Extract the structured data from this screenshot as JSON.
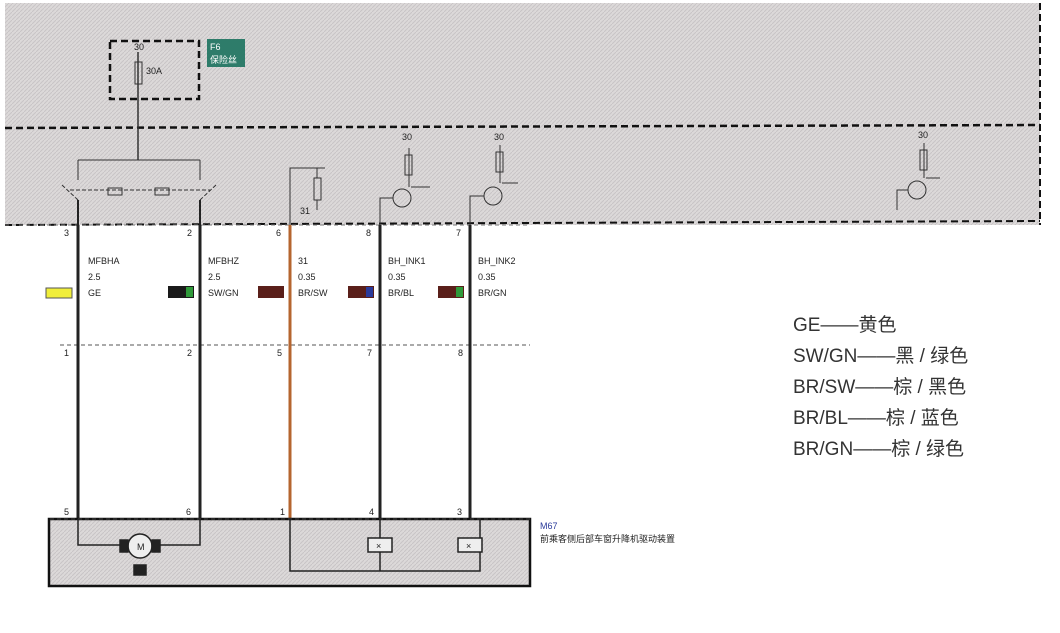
{
  "fuse": {
    "id": "F6",
    "name": "保险丝",
    "terminal": "30",
    "rating": "30A"
  },
  "switch_terminals": {
    "t31": "31",
    "t30a": "30",
    "t30b": "30",
    "t30c": "30"
  },
  "wires": [
    {
      "pin_top": "3",
      "name": "MFBHA",
      "size": "2.5",
      "color": "GE",
      "pin_mid": "1",
      "pin_bottom": "5",
      "swatch": [
        "#f0ee3a",
        "#f0ee3a"
      ]
    },
    {
      "pin_top": "2",
      "name": "MFBHZ",
      "size": "2.5",
      "color": "SW/GN",
      "pin_mid": "2",
      "pin_bottom": "6",
      "swatch": [
        "#1a1a1a",
        "#2f9a3a"
      ]
    },
    {
      "pin_top": "6",
      "name": "31",
      "size": "0.35",
      "color": "BR/SW",
      "pin_mid": "5",
      "pin_bottom": "1",
      "swatch": [
        "#5a1f1a",
        "#5a1f1a"
      ]
    },
    {
      "pin_top": "8",
      "name": "BH_INK1",
      "size": "0.35",
      "color": "BR/BL",
      "pin_mid": "7",
      "pin_bottom": "4",
      "swatch": [
        "#5a1f1a",
        "#2a3a9a"
      ]
    },
    {
      "pin_top": "7",
      "name": "BH_INK2",
      "size": "0.35",
      "color": "BR/GN",
      "pin_mid": "8",
      "pin_bottom": "3",
      "swatch": [
        "#5a1f1a",
        "#2f9a3a"
      ]
    }
  ],
  "component": {
    "id": "M67",
    "name": "前乘客侧后部车窗升降机驱动装置"
  },
  "legend": [
    {
      "code": "GE",
      "meaning": "黄色"
    },
    {
      "code": "SW/GN",
      "meaning": "黑 / 绿色"
    },
    {
      "code": "BR/SW",
      "meaning": "棕 / 黑色"
    },
    {
      "code": "BR/BL",
      "meaning": "棕 / 蓝色"
    },
    {
      "code": "BR/GN",
      "meaning": "棕 / 绿色"
    }
  ],
  "colors": {
    "panel": "#d9d6d6",
    "fuse_tag": "#2e7c6a",
    "component_id": "#2a3a9a"
  }
}
